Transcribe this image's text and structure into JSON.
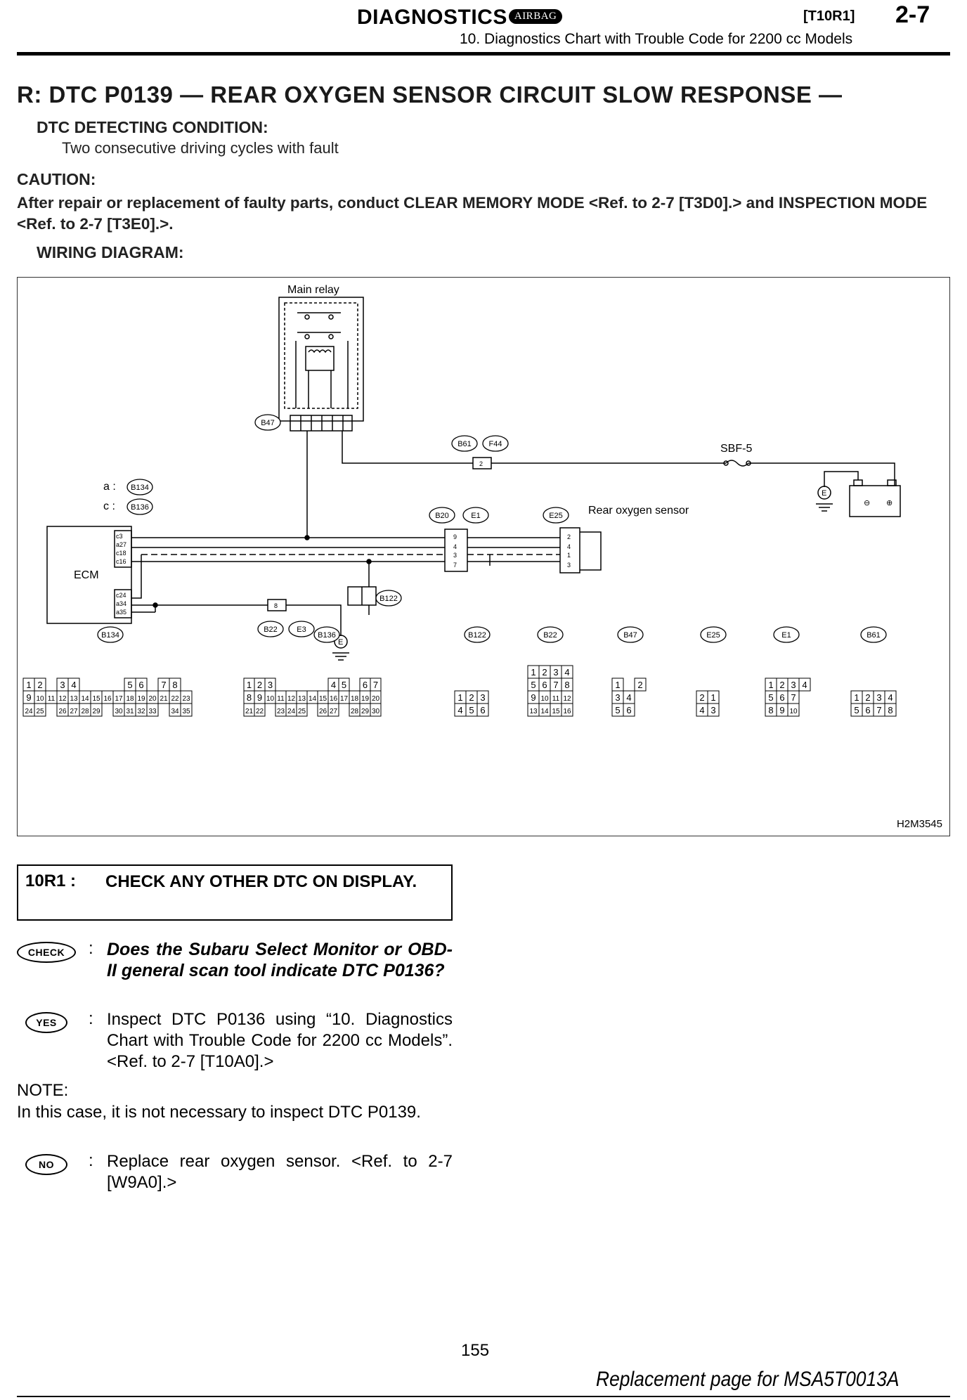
{
  "header": {
    "title": "DIAGNOSTICS",
    "badge": "AIRBAG",
    "code": "[T10R1]",
    "section": "2-7",
    "subtitle": "10. Diagnostics Chart with Trouble Code for 2200 cc Models"
  },
  "dtc": {
    "heading": "R: DTC P0139 — REAR OXYGEN SENSOR CIRCUIT SLOW RESPONSE —",
    "detecting_label": "DTC DETECTING CONDITION:",
    "detecting_text": "Two consecutive driving cycles with fault",
    "caution_label": "CAUTION:",
    "caution_text": "After repair or replacement of faulty parts, conduct CLEAR MEMORY MODE <Ref. to 2-7 [T3D0].> and INSPECTION MODE <Ref. to 2-7 [T3E0].>.",
    "wiring_label": "WIRING DIAGRAM:"
  },
  "diagram": {
    "code": "H2M3545",
    "main_relay": "Main relay",
    "sbf": "SBF-5",
    "rear_sensor": "Rear oxygen sensor",
    "ecm": "ECM",
    "a_label": "a :",
    "c_label": "c :",
    "ground": "E",
    "connectors": {
      "b47": "B47",
      "b61": "B61",
      "f44": "F44",
      "b134": "B134",
      "b136": "B136",
      "b20": "B20",
      "e1": "E1",
      "e25": "E25",
      "b122": "B122",
      "b22": "B22",
      "e3": "E3"
    },
    "ecm_pins": [
      "c3",
      "a27",
      "c18",
      "c16",
      "c24",
      "a34",
      "a35"
    ],
    "pin_labels": {
      "b61_pin": "2",
      "b22_pin": "8",
      "b20_pins": [
        "9",
        "4",
        "3",
        "7"
      ],
      "e25_pins": [
        "2",
        "4",
        "1",
        "3"
      ]
    },
    "legend": [
      {
        "code": "B134",
        "rows": [
          [
            "1",
            "2",
            "",
            "3",
            "4",
            "",
            "",
            "",
            "",
            "5",
            "6",
            "",
            "7",
            "8"
          ],
          [
            "9",
            "10",
            "11",
            "12",
            "13",
            "14",
            "15",
            "16",
            "17",
            "18",
            "19",
            "20",
            "21",
            "22",
            "23"
          ],
          [
            "24",
            "25",
            "",
            "26",
            "27",
            "28",
            "29",
            "",
            "30",
            "31",
            "32",
            "33",
            "",
            "34",
            "35"
          ]
        ]
      },
      {
        "code": "B136",
        "rows": [
          [
            "1",
            "2",
            "3",
            "",
            "",
            "",
            "",
            "",
            "4",
            "5",
            "",
            "6",
            "7"
          ],
          [
            "8",
            "9",
            "10",
            "11",
            "12",
            "13",
            "14",
            "15",
            "16",
            "17",
            "18",
            "19",
            "20"
          ],
          [
            "21",
            "22",
            "",
            "23",
            "24",
            "25",
            "",
            "26",
            "27",
            "",
            "28",
            "29",
            "30"
          ]
        ]
      },
      {
        "code": "B122",
        "rows": [
          [
            "1",
            "2",
            "3"
          ],
          [
            "4",
            "5",
            "6"
          ]
        ]
      },
      {
        "code": "B22",
        "rows": [
          [
            "1",
            "2",
            "3",
            "4"
          ],
          [
            "5",
            "6",
            "7",
            "8"
          ],
          [
            "9",
            "10",
            "11",
            "12"
          ],
          [
            "13",
            "14",
            "15",
            "16"
          ]
        ]
      },
      {
        "code": "B47",
        "rows": [
          [
            "1",
            "",
            "2"
          ],
          [
            "3",
            "4"
          ],
          [
            "5",
            "6"
          ]
        ]
      },
      {
        "code": "E25",
        "rows": [
          [
            "2",
            "1"
          ],
          [
            "4",
            "3"
          ]
        ]
      },
      {
        "code": "E1",
        "rows": [
          [
            "1",
            "2",
            "3",
            "4"
          ],
          [
            "5",
            "6",
            "7"
          ],
          [
            "8",
            "9",
            "10"
          ]
        ]
      },
      {
        "code": "B61",
        "rows": [
          [
            "1",
            "2",
            "3",
            "4"
          ],
          [
            "5",
            "6",
            "7",
            "8"
          ]
        ]
      }
    ]
  },
  "step": {
    "number": "10R1 :",
    "title": "CHECK ANY OTHER DTC ON DISPLAY.",
    "check_icon": "CHECK",
    "question": "Does the Subaru Select Monitor or OBD-II general scan tool indicate DTC P0136?",
    "yes_icon": "YES",
    "yes_text": "Inspect DTC P0136 using “10. Diagnostics Chart with Trouble Code for 2200 cc Models”. <Ref. to 2-7 [T10A0].>",
    "note_label": "NOTE:",
    "note_text": "In this case, it is not necessary to inspect DTC P0139.",
    "no_icon": "NO",
    "no_text": "Replace rear oxygen sensor. <Ref. to 2-7 [W9A0].>",
    "colon": ":"
  },
  "footer": {
    "page_number": "155",
    "text": "Replacement page for MSA5T0013A"
  }
}
